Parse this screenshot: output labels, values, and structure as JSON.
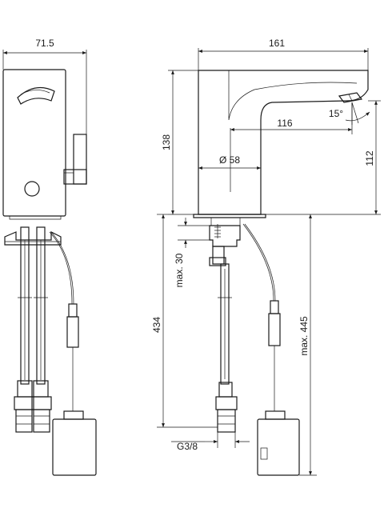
{
  "dimensions": {
    "front_width": "71.5",
    "side_width": "161",
    "spout_height": "138",
    "spout_reach": "116",
    "spout_angle": "15°",
    "base_diameter": "Ø 58",
    "outlet_height": "112",
    "max_deck_thickness": "max. 30",
    "hose_length": "434",
    "max_total_length": "max. 445",
    "thread": "G3/8"
  }
}
